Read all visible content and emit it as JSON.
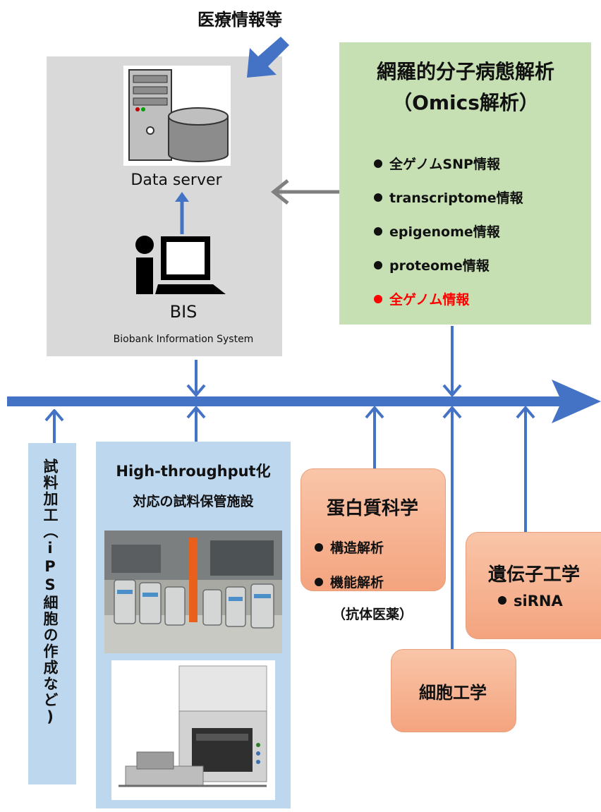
{
  "top_label": "医療情報等",
  "server": {
    "label": "Data server"
  },
  "bis": {
    "label": "BIS",
    "sub": "Biobank Information System"
  },
  "omics": {
    "title_line1": "網羅的分子病態解析",
    "title_line2": "（Omics解析）",
    "items": [
      {
        "text": "全ゲノムSNP情報",
        "highlight": false
      },
      {
        "text": "transcriptome情報",
        "highlight": false
      },
      {
        "text": "epigenome情報",
        "highlight": false
      },
      {
        "text": "proteome情報",
        "highlight": false
      },
      {
        "text": "全ゲノム情報",
        "highlight": true
      }
    ]
  },
  "sample_processing": "試料加工（iPS細胞の作成など)",
  "storage": {
    "line1": "High-throughput化",
    "line2": "対応の試料保管施設"
  },
  "protein": {
    "title": "蛋白質科学",
    "items": [
      "構造解析",
      "機能解析"
    ],
    "note": "（抗体医薬）"
  },
  "genetic": {
    "title": "遺伝子工学",
    "item": "siRNA"
  },
  "cell": {
    "title": "細胞工学"
  },
  "colors": {
    "arrow_blue": "#4472c4",
    "highlight_red": "#ff0000",
    "grey_arrow": "#808080"
  }
}
